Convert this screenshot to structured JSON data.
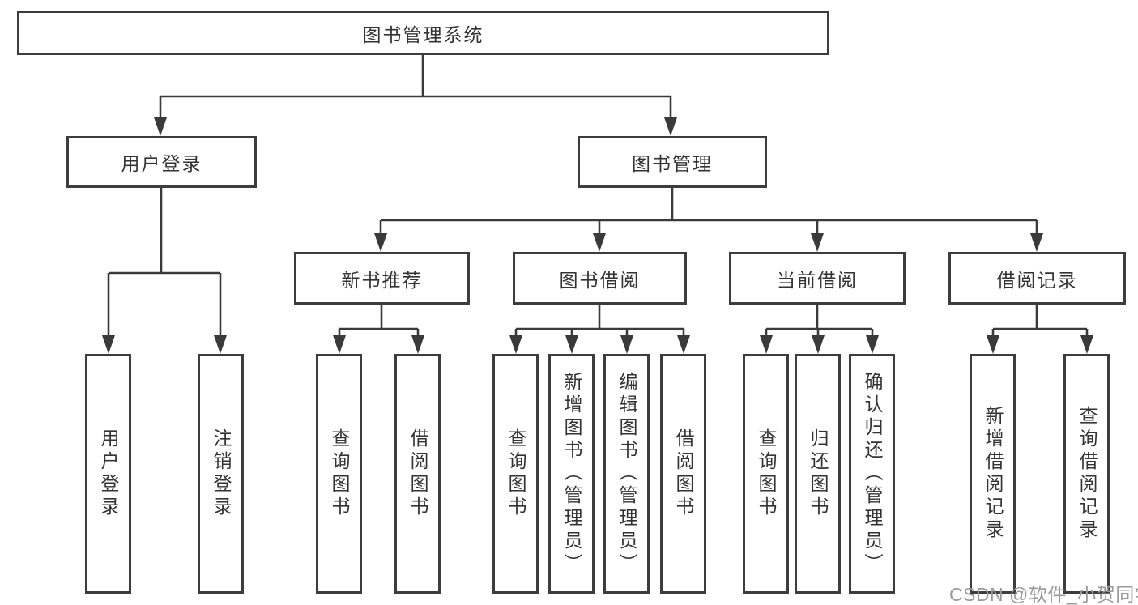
{
  "diagram": {
    "root": {
      "label": "图书管理系统"
    },
    "level2": [
      {
        "label": "用户登录"
      },
      {
        "label": "图书管理"
      }
    ],
    "level3": [
      {
        "label": "新书推荐"
      },
      {
        "label": "图书借阅"
      },
      {
        "label": "当前借阅"
      },
      {
        "label": "借阅记录"
      }
    ],
    "leaves": [
      {
        "label": "用户登录"
      },
      {
        "label": "注销登录"
      },
      {
        "label": "查询图书"
      },
      {
        "label": "借阅图书"
      },
      {
        "label": "查询图书"
      },
      {
        "label": "新增图书（管理员）"
      },
      {
        "label": "编辑图书（管理员）"
      },
      {
        "label": "借阅图书"
      },
      {
        "label": "查询图书"
      },
      {
        "label": "归还图书"
      },
      {
        "label": "确认归还（管理员）"
      },
      {
        "label": "新增借阅记录"
      },
      {
        "label": "查询借阅记录"
      }
    ]
  },
  "watermark": {
    "text": "CSDN @软件_小贺同学"
  },
  "colors": {
    "border": "#3d3d3d",
    "line": "#3a3a3a",
    "text": "#333333",
    "background": "#ffffff",
    "watermark": "#9a9a9a"
  }
}
